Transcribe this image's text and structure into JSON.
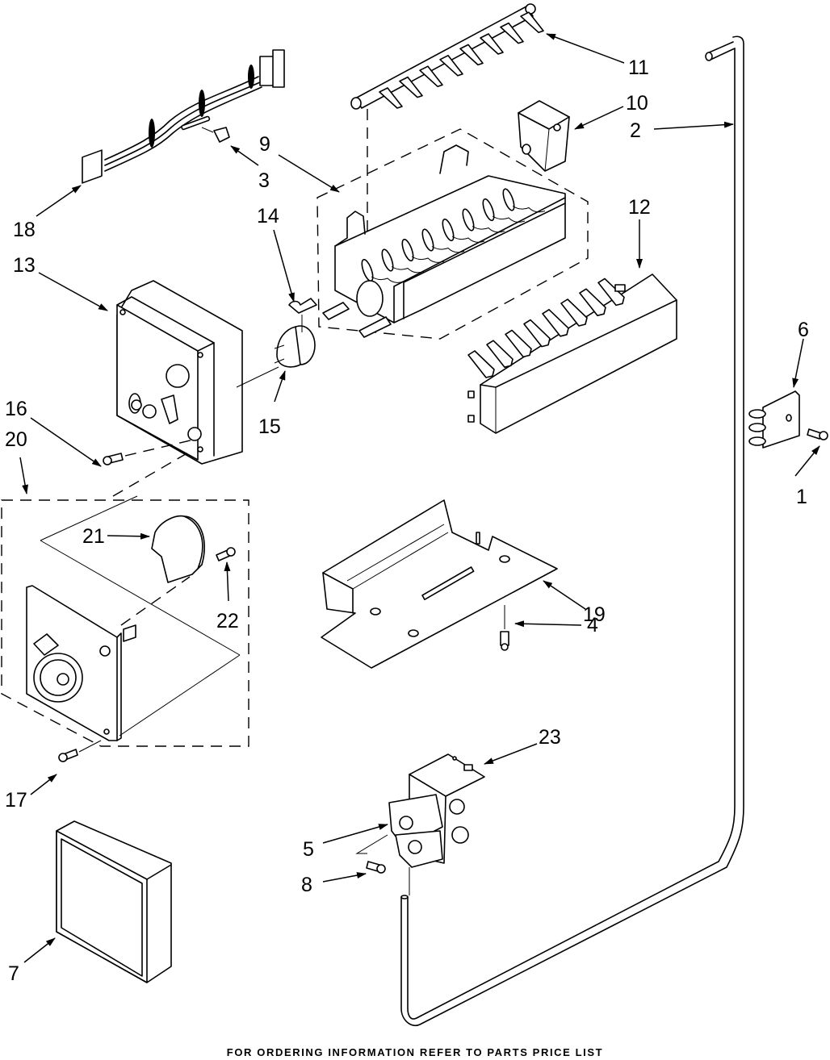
{
  "diagram": {
    "type": "exploded-parts-diagram",
    "subject": "Ice maker assembly parts",
    "callouts": [
      {
        "id": "1",
        "label": "1"
      },
      {
        "id": "2",
        "label": "2"
      },
      {
        "id": "3",
        "label": "3"
      },
      {
        "id": "4",
        "label": "4"
      },
      {
        "id": "5",
        "label": "5"
      },
      {
        "id": "6",
        "label": "6"
      },
      {
        "id": "7",
        "label": "7"
      },
      {
        "id": "8",
        "label": "8"
      },
      {
        "id": "9",
        "label": "9"
      },
      {
        "id": "10",
        "label": "10"
      },
      {
        "id": "11",
        "label": "11"
      },
      {
        "id": "12",
        "label": "12"
      },
      {
        "id": "13",
        "label": "13"
      },
      {
        "id": "14",
        "label": "14"
      },
      {
        "id": "15",
        "label": "15"
      },
      {
        "id": "16",
        "label": "16"
      },
      {
        "id": "17",
        "label": "17"
      },
      {
        "id": "18",
        "label": "18"
      },
      {
        "id": "19",
        "label": "19"
      },
      {
        "id": "20",
        "label": "20"
      },
      {
        "id": "21",
        "label": "21"
      },
      {
        "id": "22",
        "label": "22"
      },
      {
        "id": "23",
        "label": "23"
      }
    ],
    "parts": [
      {
        "callout": "1",
        "icon": "screw-icon"
      },
      {
        "callout": "2",
        "icon": "fill-tube-icon"
      },
      {
        "callout": "3",
        "icon": "clip-icon"
      },
      {
        "callout": "4",
        "icon": "screw-icon"
      },
      {
        "callout": "5",
        "icon": "water-valve-icon"
      },
      {
        "callout": "6",
        "icon": "tube-clamp-icon"
      },
      {
        "callout": "7",
        "icon": "cover-icon"
      },
      {
        "callout": "8",
        "icon": "screw-icon"
      },
      {
        "callout": "9",
        "icon": "ice-mold-icon"
      },
      {
        "callout": "10",
        "icon": "fill-cup-icon"
      },
      {
        "callout": "11",
        "icon": "ejector-icon"
      },
      {
        "callout": "12",
        "icon": "stripper-icon"
      },
      {
        "callout": "13",
        "icon": "module-housing-icon"
      },
      {
        "callout": "14",
        "icon": "thermostat-clip-icon"
      },
      {
        "callout": "15",
        "icon": "thermostat-icon"
      },
      {
        "callout": "16",
        "icon": "screw-icon"
      },
      {
        "callout": "17",
        "icon": "screw-icon"
      },
      {
        "callout": "18",
        "icon": "wire-harness-icon"
      },
      {
        "callout": "19",
        "icon": "mounting-bracket-icon"
      },
      {
        "callout": "20",
        "icon": "control-module-icon"
      },
      {
        "callout": "21",
        "icon": "motor-icon"
      },
      {
        "callout": "22",
        "icon": "screw-icon"
      },
      {
        "callout": "23",
        "icon": "valve-bracket-icon"
      }
    ]
  },
  "footer": {
    "text": "FOR ORDERING INFORMATION REFER TO PARTS PRICE LIST"
  }
}
